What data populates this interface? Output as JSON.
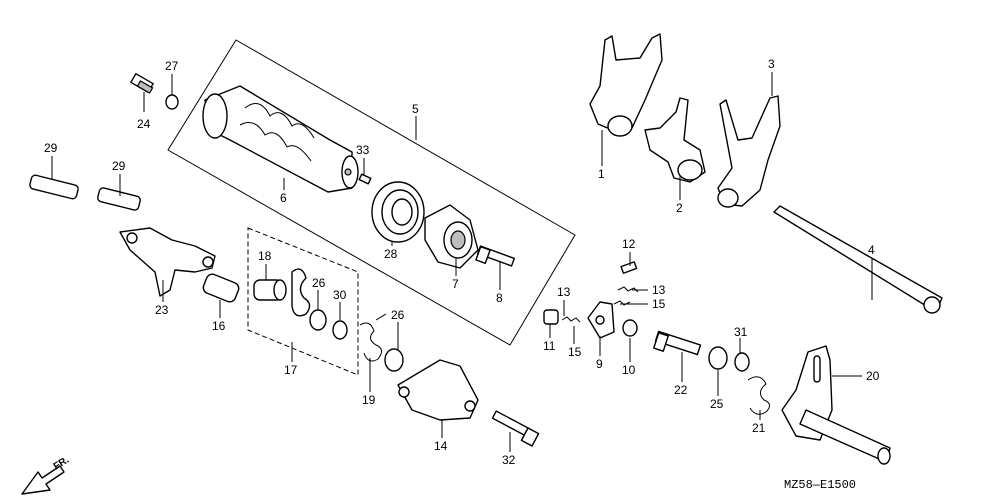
{
  "diagram": {
    "code": "MZ58—E1500",
    "front_label": "FR.",
    "callouts": {
      "c1": "1",
      "c2": "2",
      "c3": "3",
      "c4": "4",
      "c5": "5",
      "c6": "6",
      "c7": "7",
      "c8": "8",
      "c9": "9",
      "c10": "10",
      "c11": "11",
      "c12": "12",
      "c13a": "13",
      "c13b": "13",
      "c14": "14",
      "c15a": "15",
      "c15b": "15",
      "c16": "16",
      "c17": "17",
      "c18": "18",
      "c19": "19",
      "c20": "20",
      "c21": "21",
      "c22": "22",
      "c23": "23",
      "c24": "24",
      "c25": "25",
      "c26a": "26",
      "c26b": "26",
      "c27": "27",
      "c28": "28",
      "c29a": "29",
      "c29b": "29",
      "c30": "30",
      "c31": "31",
      "c32": "32",
      "c33": "33"
    }
  }
}
